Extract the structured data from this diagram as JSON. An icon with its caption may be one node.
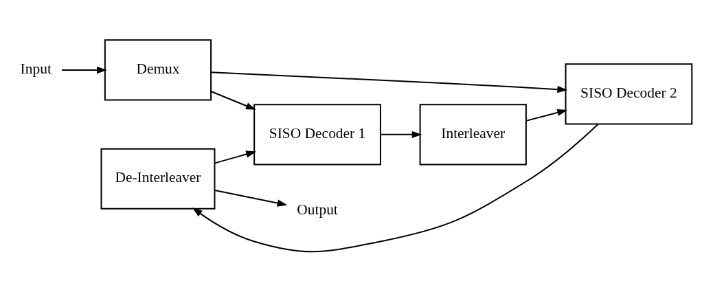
{
  "diagram": {
    "nodes": [
      {
        "text": [
          "Input"
        ]
      },
      {
        "text": [
          "Demux"
        ]
      },
      {
        "text": [
          "De-Interleaver"
        ]
      },
      {
        "text": [
          "SISO Decoder 1"
        ]
      },
      {
        "text": [
          "Interleaver"
        ]
      },
      {
        "text": [
          "SISO Decoder 2"
        ]
      },
      {
        "text": [
          "Output"
        ]
      }
    ],
    "edges": [
      {
        "from": 0,
        "to": 1,
        "arrow": "to"
      },
      {
        "from": 1,
        "to": 3,
        "arrow": "to"
      },
      {
        "from": 1,
        "to": 5,
        "arrow": "to"
      },
      {
        "from": 2,
        "to": 3,
        "arrow": "to"
      },
      {
        "from": 2,
        "to": 6,
        "arrow": "to"
      },
      {
        "from": 3,
        "to": 4,
        "arrow": "to"
      },
      {
        "from": 4,
        "to": 5,
        "arrow": "to"
      },
      {
        "from": 5,
        "to": 2,
        "arrow": "to"
      }
    ]
  }
}
